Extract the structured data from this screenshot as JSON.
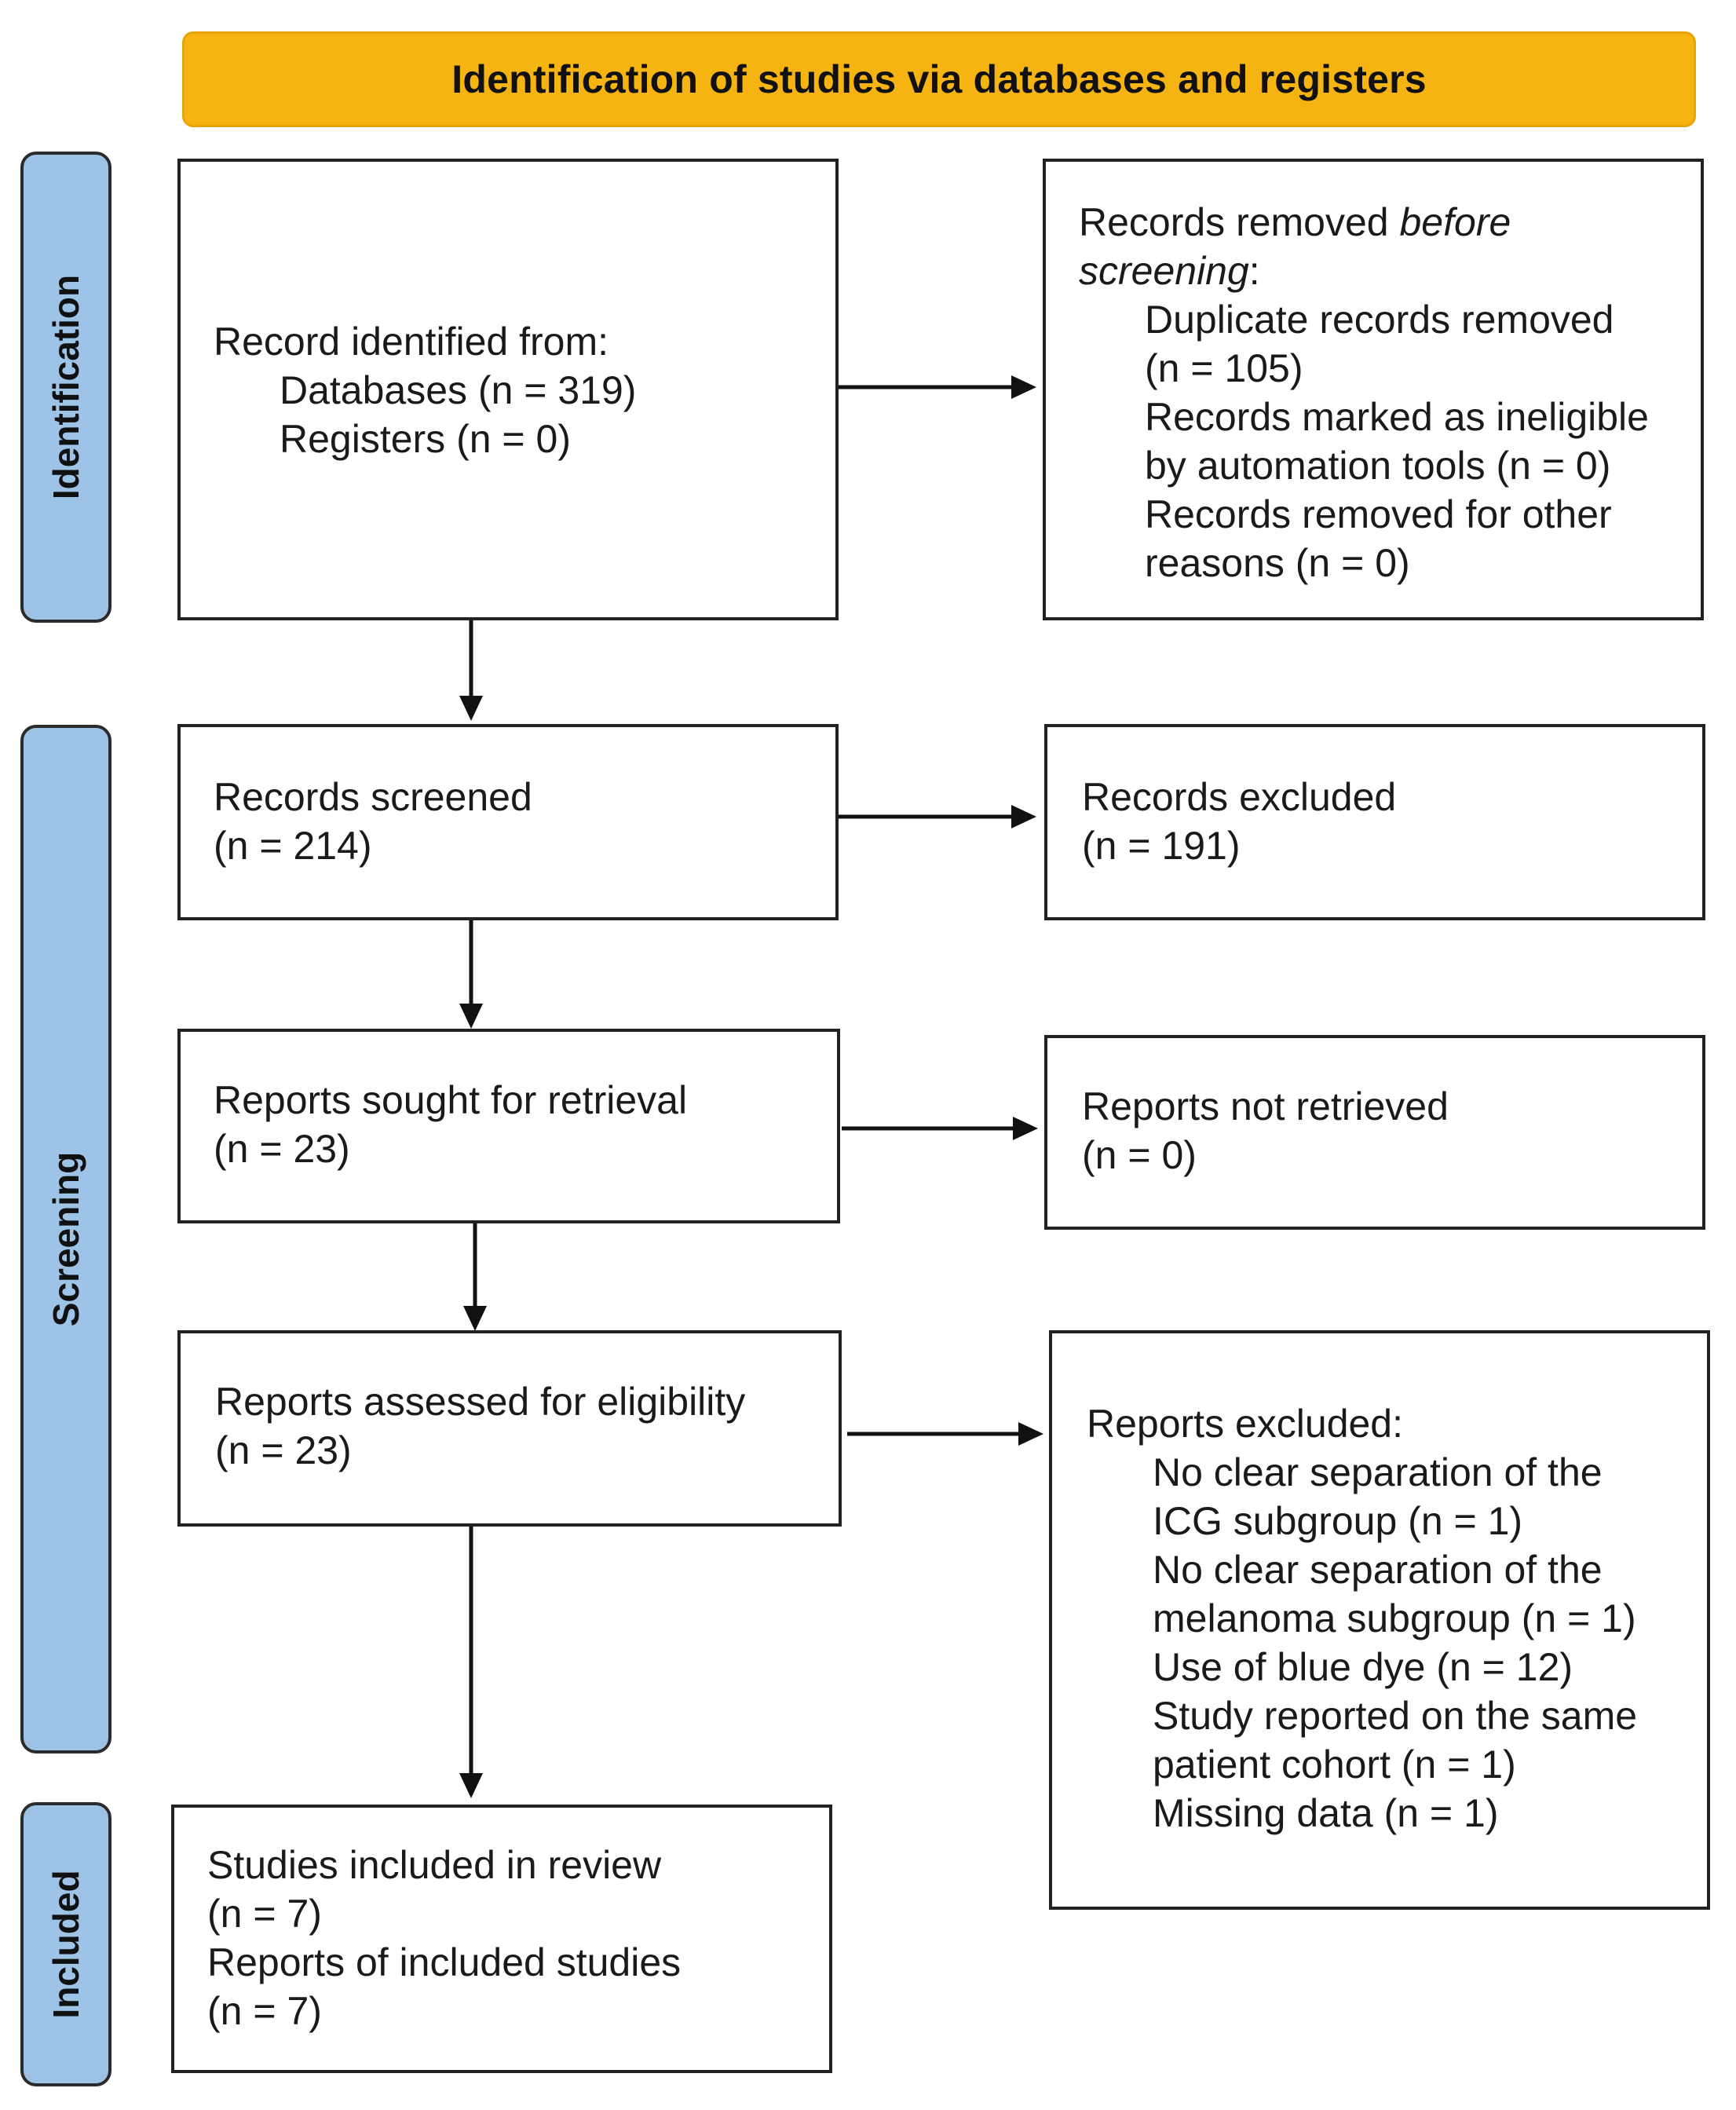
{
  "header": {
    "title": "Identification of studies via databases and registers"
  },
  "phases": {
    "identification": "Identification",
    "screening": "Screening",
    "included": "Included"
  },
  "boxes": {
    "identified": {
      "lines": [
        "Record identified from:",
        "Databases (n = 319)",
        "Registers (n = 0)"
      ]
    },
    "removed": {
      "line1": "Records removed ",
      "line1_em": "before",
      "line2_em": "screening",
      "line2_tail": ":",
      "items": [
        "Duplicate records removed",
        "(n = 105)",
        "Records marked as ineligible",
        "by automation tools (n = 0)",
        "Records removed for other",
        "reasons (n = 0)"
      ]
    },
    "screened": {
      "label": "Records screened",
      "count": "(n = 214)"
    },
    "excluded": {
      "label": "Records excluded",
      "count": "(n = 191)"
    },
    "sought": {
      "label": "Reports sought for retrieval",
      "count": "(n = 23)"
    },
    "not_retrieved": {
      "label": "Reports not retrieved",
      "count": "(n = 0)"
    },
    "assessed": {
      "label": "Reports assessed for eligibility",
      "count": "(n = 23)"
    },
    "reports_excluded": {
      "label": "Reports excluded:",
      "items": [
        "No clear separation of the",
        "ICG subgroup (n = 1)",
        "No clear separation of the",
        "melanoma subgroup (n = 1)",
        "Use of blue dye (n = 12)",
        "Study reported on the same",
        "patient cohort (n = 1)",
        "Missing data (n = 1)"
      ]
    },
    "included": {
      "lines": [
        "Studies included in review",
        "(n = 7)",
        "Reports of included studies",
        "(n = 7)"
      ]
    }
  }
}
